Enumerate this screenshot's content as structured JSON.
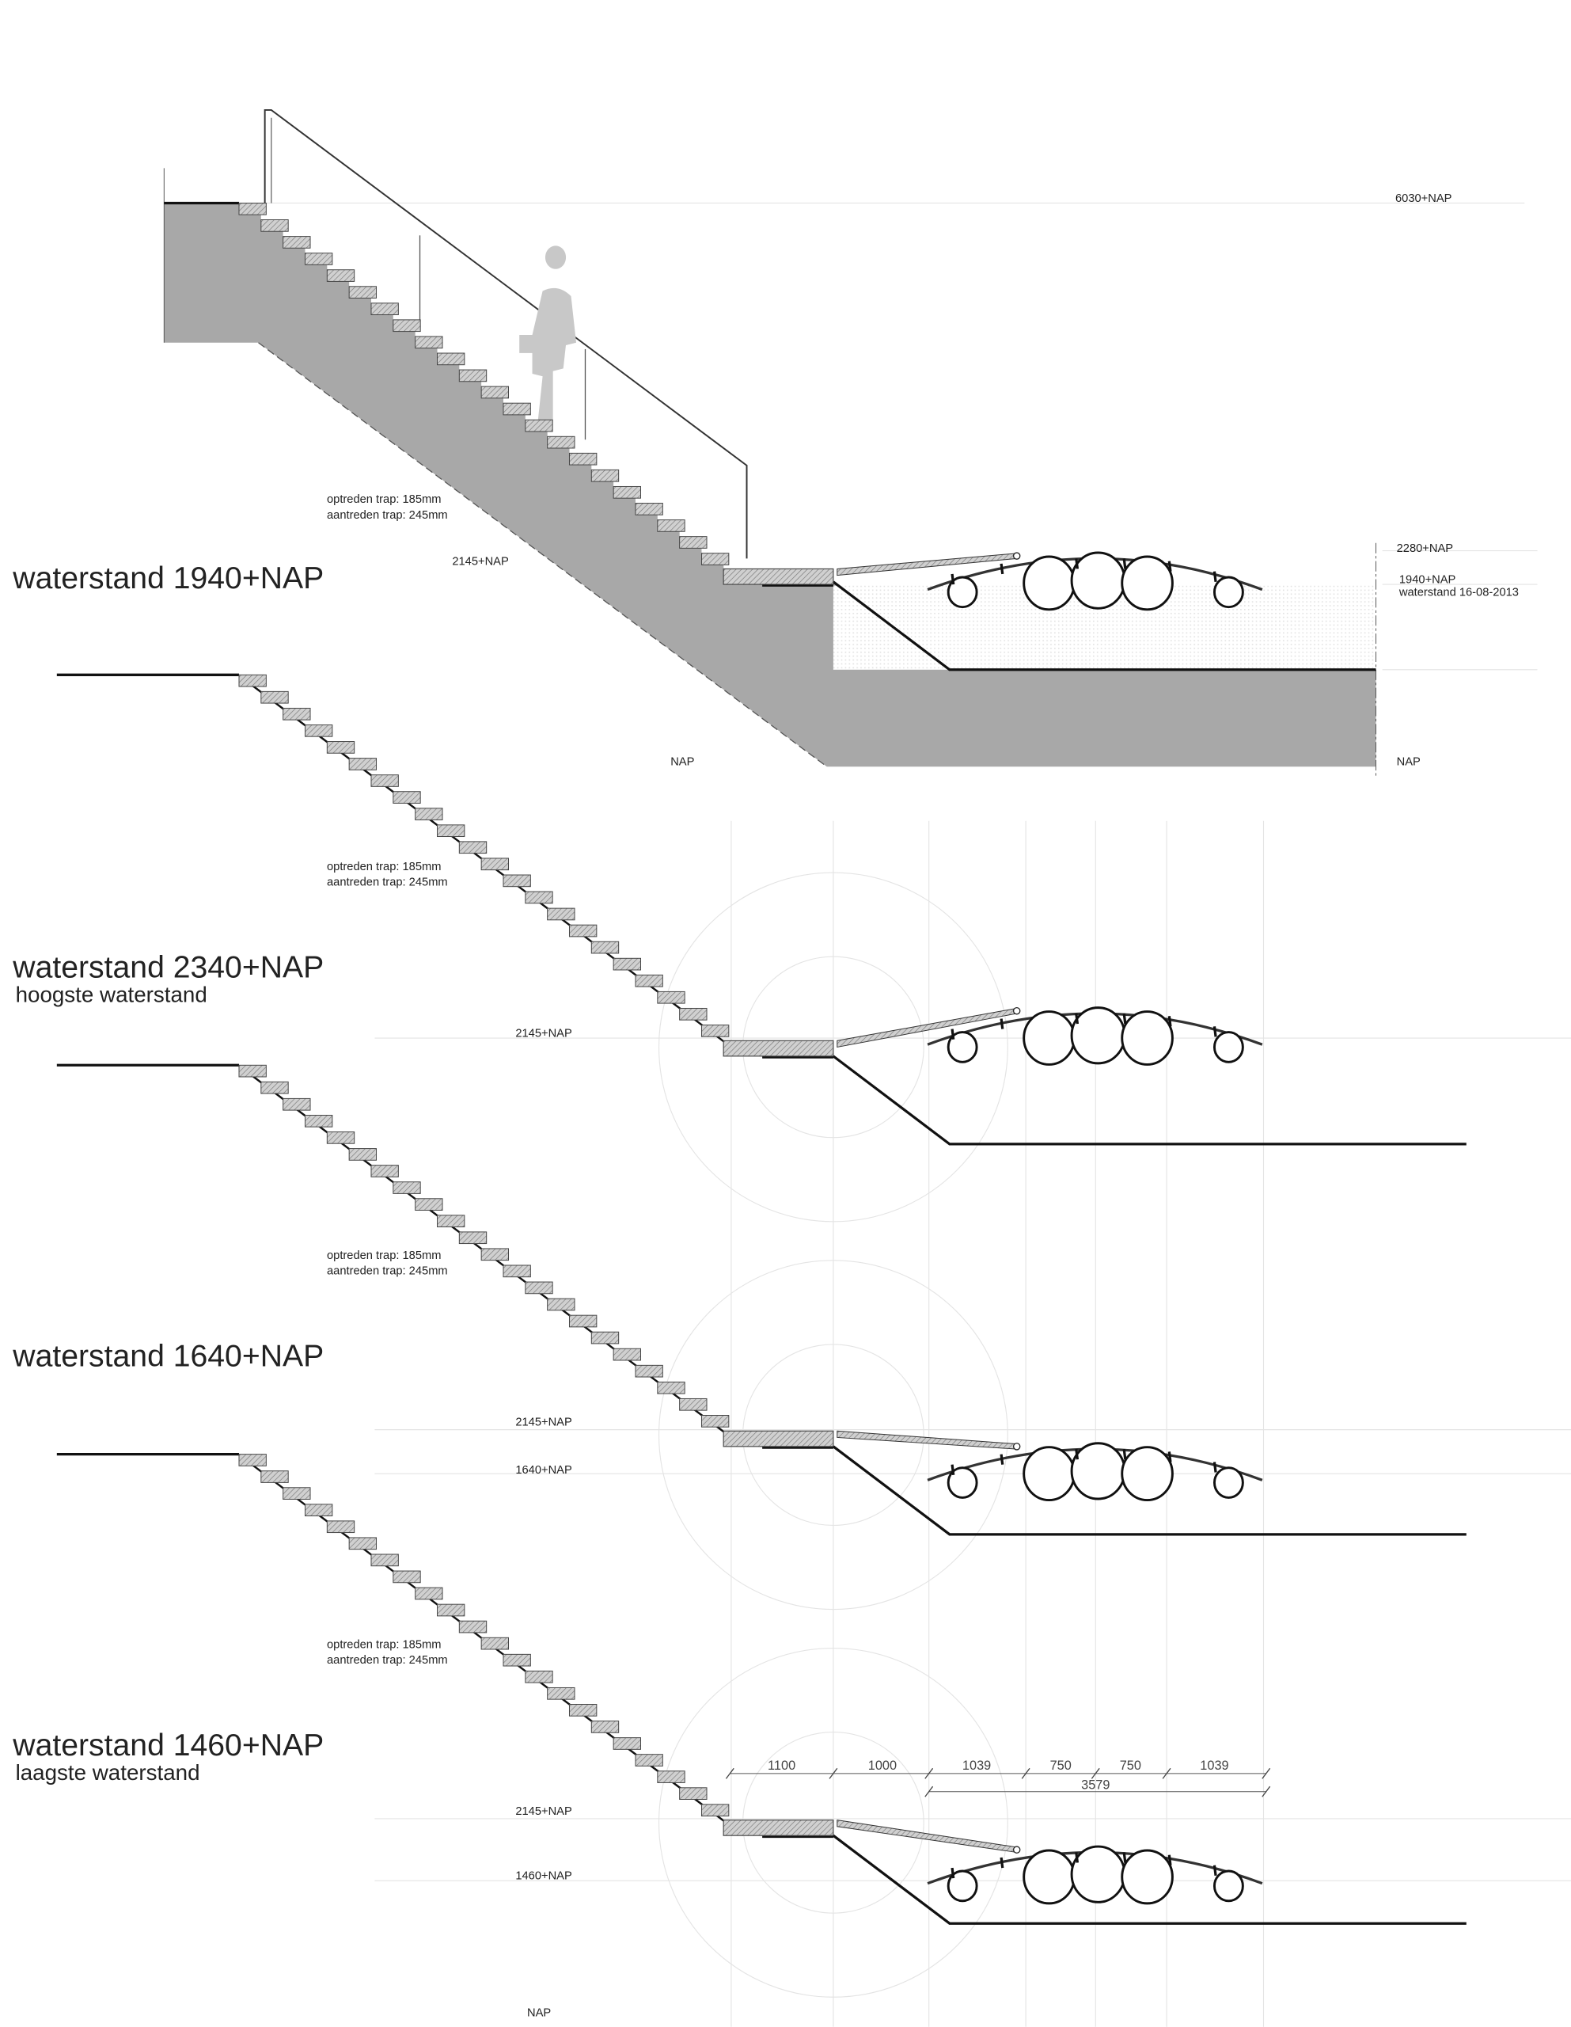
{
  "colors": {
    "ground_fill": "#a8a8a8",
    "line": "#111111",
    "grid": "#e4e4e4",
    "hatch": "#9a9a9a"
  },
  "sections": [
    {
      "title": "waterstand 1940+NAP",
      "subtitle": "",
      "stair_note_1": "optreden trap: 185mm",
      "stair_note_2": "aantreden trap: 245mm",
      "landing_level": "2145+NAP",
      "water_level": ""
    },
    {
      "title": "waterstand 2340+NAP",
      "subtitle": "hoogste waterstand",
      "stair_note_1": "optreden trap: 185mm",
      "stair_note_2": "aantreden trap: 245mm",
      "landing_level": "2145+NAP",
      "water_level": ""
    },
    {
      "title": "waterstand 1640+NAP",
      "subtitle": "",
      "stair_note_1": "optreden trap: 185mm",
      "stair_note_2": "aantreden trap: 245mm",
      "landing_level": "2145+NAP",
      "water_level": "1640+NAP"
    },
    {
      "title": "waterstand 1460+NAP",
      "subtitle": "laagste waterstand",
      "stair_note_1": "optreden trap: 185mm",
      "stair_note_2": "aantreden trap: 245mm",
      "landing_level": "2145+NAP",
      "water_level": "1460+NAP"
    }
  ],
  "levels": {
    "top": "6030+NAP",
    "deck": "2280+NAP",
    "water": "1940+NAP",
    "water_date": "waterstand 16-08-2013",
    "nap_mid": "NAP",
    "nap_right": "NAP",
    "nap_bottom": "NAP"
  },
  "dimensions": {
    "segments": [
      "1100",
      "1000",
      "1039",
      "750",
      "750",
      "1039"
    ],
    "total": "3579"
  }
}
